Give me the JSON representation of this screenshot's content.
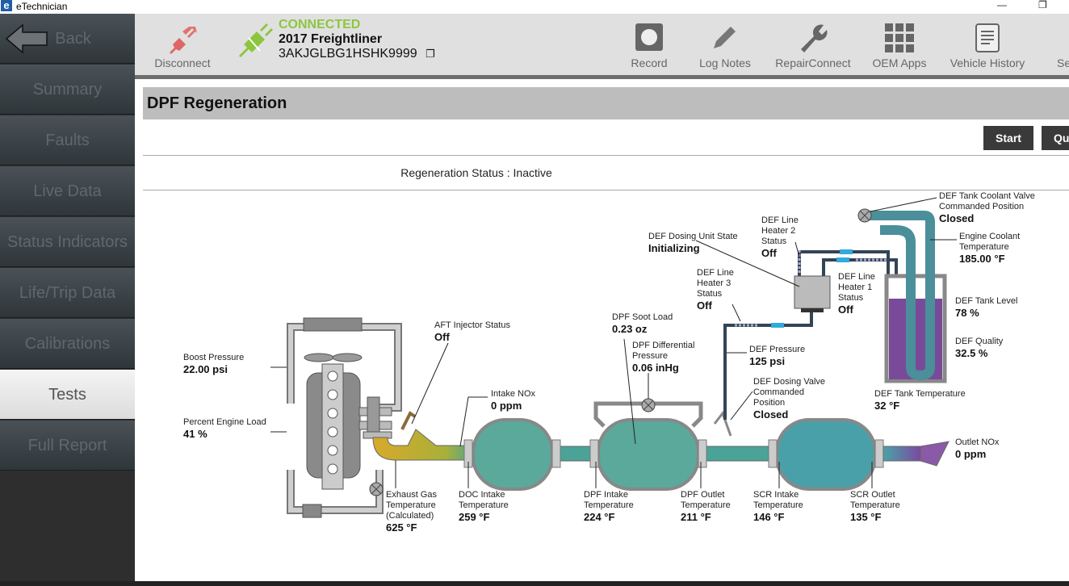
{
  "app": {
    "title": "eTechnician",
    "logo": "e"
  },
  "sidebar": {
    "items": [
      {
        "label": "Back"
      },
      {
        "label": "Summary"
      },
      {
        "label": "Faults"
      },
      {
        "label": "Live Data"
      },
      {
        "label": "Status Indicators"
      },
      {
        "label": "Life/Trip Data"
      },
      {
        "label": "Calibrations"
      },
      {
        "label": "Tests",
        "active": true
      },
      {
        "label": "Full Report"
      }
    ]
  },
  "toolbar": {
    "disconnect": "Disconnect",
    "status": "CONNECTED",
    "vehicle": "2017 Freightliner",
    "vin": "3AKJGLBG1HSHK9999",
    "buttons": [
      {
        "label": "Record",
        "icon": "record-icon"
      },
      {
        "label": "Log Notes",
        "icon": "pencil-icon"
      },
      {
        "label": "RepairConnect",
        "icon": "wrench-icon"
      },
      {
        "label": "OEM Apps",
        "icon": "grid-icon"
      },
      {
        "label": "Vehicle History",
        "icon": "document-icon"
      },
      {
        "label": "Setti",
        "icon": "gear-icon"
      }
    ]
  },
  "page": {
    "title": "DPF Regeneration",
    "start": "Start",
    "quit": "Qu",
    "status": "Regeneration Status : Inactive"
  },
  "colors": {
    "connected": "#8cc63f",
    "disconnected": "#e06666",
    "coolant": "#4aa3a3",
    "def": "#7a4a9a"
  },
  "diagram": {
    "boost": {
      "label": "Boost Pressure",
      "value": "22.00 psi"
    },
    "load": {
      "label": "Percent Engine Load",
      "value": "41 %"
    },
    "aft": {
      "label": "AFT Injector Status",
      "value": "Off"
    },
    "intake_nox": {
      "label": "Intake NOx",
      "value": "0 ppm"
    },
    "egt": {
      "label": "Exhaust Gas Temperature (Calculated)",
      "value": "625 °F"
    },
    "doc_in": {
      "label": "DOC Intake Temperature",
      "value": "259 °F"
    },
    "soot": {
      "label": "DPF Soot Load",
      "value": "0.23 oz"
    },
    "dpf_dp": {
      "label": "DPF Differential Pressure",
      "value": "0.06 inHg"
    },
    "dpf_in": {
      "label": "DPF Intake Temperature",
      "value": "224 °F"
    },
    "dpf_out": {
      "label": "DPF Outlet Temperature",
      "value": "211 °F"
    },
    "dosing_unit": {
      "label": "DEF Dosing Unit State",
      "value": "Initializing"
    },
    "heater2": {
      "label": "DEF Line Heater 2 Status",
      "value": "Off"
    },
    "heater3": {
      "label": "DEF Line Heater 3 Status",
      "value": "Off"
    },
    "heater1": {
      "label": "DEF Line Heater 1 Status",
      "value": "Off"
    },
    "def_pressure": {
      "label": "DEF Pressure",
      "value": "125 psi"
    },
    "dosing_valve": {
      "label": "DEF Dosing Valve Commanded Position",
      "value": "Closed"
    },
    "coolant_valve": {
      "label": "DEF Tank Coolant Valve Commanded Position",
      "value": "Closed"
    },
    "coolant_temp": {
      "label": "Engine Coolant Temperature",
      "value": "185.00 °F"
    },
    "tank_level": {
      "label": "DEF Tank Level",
      "value": "78 %"
    },
    "quality": {
      "label": "DEF Quality",
      "value": "32.5 %"
    },
    "tank_temp": {
      "label": "DEF Tank Temperature",
      "value": "32 °F"
    },
    "scr_in": {
      "label": "SCR Intake Temperature",
      "value": "146 °F"
    },
    "scr_out": {
      "label": "SCR Outlet Temperature",
      "value": "135 °F"
    },
    "outlet_nox": {
      "label": "Outlet NOx",
      "value": "0 ppm"
    }
  }
}
